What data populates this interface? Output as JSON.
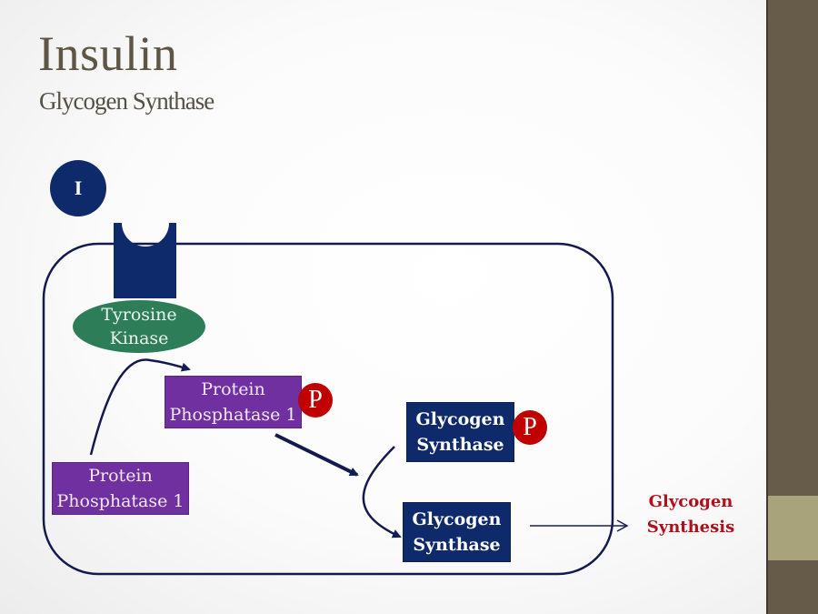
{
  "slide": {
    "title": "Insulin",
    "subtitle": "Glycogen Synthase"
  },
  "diagram": {
    "insulin_label": "I",
    "receptor": "insulin-receptor",
    "tyrosine_kinase": {
      "line1": "Tyrosine",
      "line2": "Kinase"
    },
    "pp1_active": {
      "line1": "Protein",
      "line2": "Phosphatase 1"
    },
    "pp1_phosphorylated": {
      "line1": "Protein",
      "line2": "Phosphatase 1",
      "phospho": "P"
    },
    "gs_phosphorylated": {
      "line1": "Glycogen",
      "line2": "Synthase",
      "phospho": "P"
    },
    "gs_active": {
      "line1": "Glycogen",
      "line2": "Synthase"
    },
    "outcome": {
      "line1": "Glycogen",
      "line2": "Synthesis"
    }
  },
  "colors": {
    "navy": "#0f2a6b",
    "purple": "#7030a0",
    "green": "#2e7d59",
    "phospho_red": "#c00000",
    "outcome_red": "#b0101a",
    "sidebar": "#675c49",
    "sidebar_accent": "#a9a37b"
  }
}
